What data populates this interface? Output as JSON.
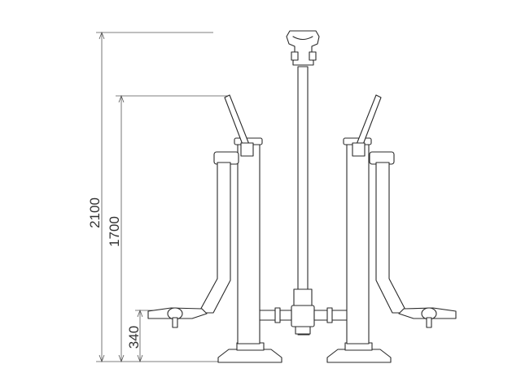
{
  "dimensions": {
    "total_height": "2100",
    "handle_height": "1700",
    "pedal_height": "340"
  },
  "colors": {
    "line": "#2a2a2a",
    "dimension": "#555555",
    "background": "#ffffff"
  }
}
